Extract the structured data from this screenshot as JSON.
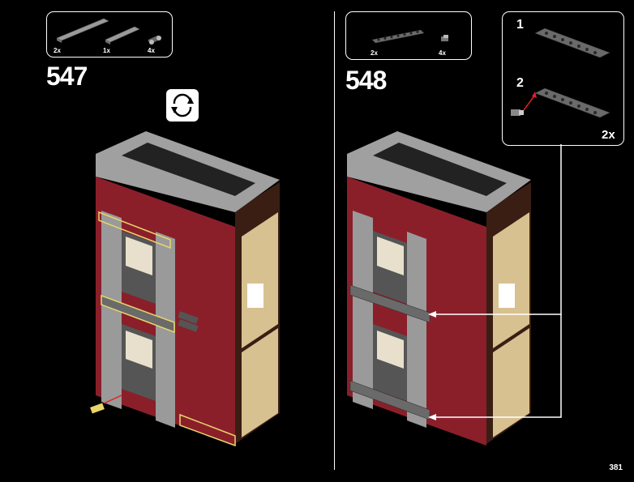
{
  "page": {
    "number": "381"
  },
  "step_547": {
    "number": "547",
    "parts": [
      {
        "qty": "2x",
        "icon": "long-gray-plate-icon"
      },
      {
        "qty": "1x",
        "icon": "medium-gray-plate-icon"
      },
      {
        "qty": "4x",
        "icon": "technic-pin-connector-icon"
      }
    ],
    "rotate_icon": "rotate-model-icon"
  },
  "step_548": {
    "number": "548",
    "parts": [
      {
        "qty": "2x",
        "icon": "technic-beam-icon"
      },
      {
        "qty": "4x",
        "icon": "technic-pin-icon"
      }
    ],
    "callout": {
      "sub1": "1",
      "sub2": "2",
      "multiplier": "2x"
    }
  },
  "colors": {
    "background": "#000000",
    "brick_red": "#8a1f2a",
    "stone_gray": "#a0a0a0",
    "tan": "#d8c190",
    "highlight": "#e8d56a"
  }
}
